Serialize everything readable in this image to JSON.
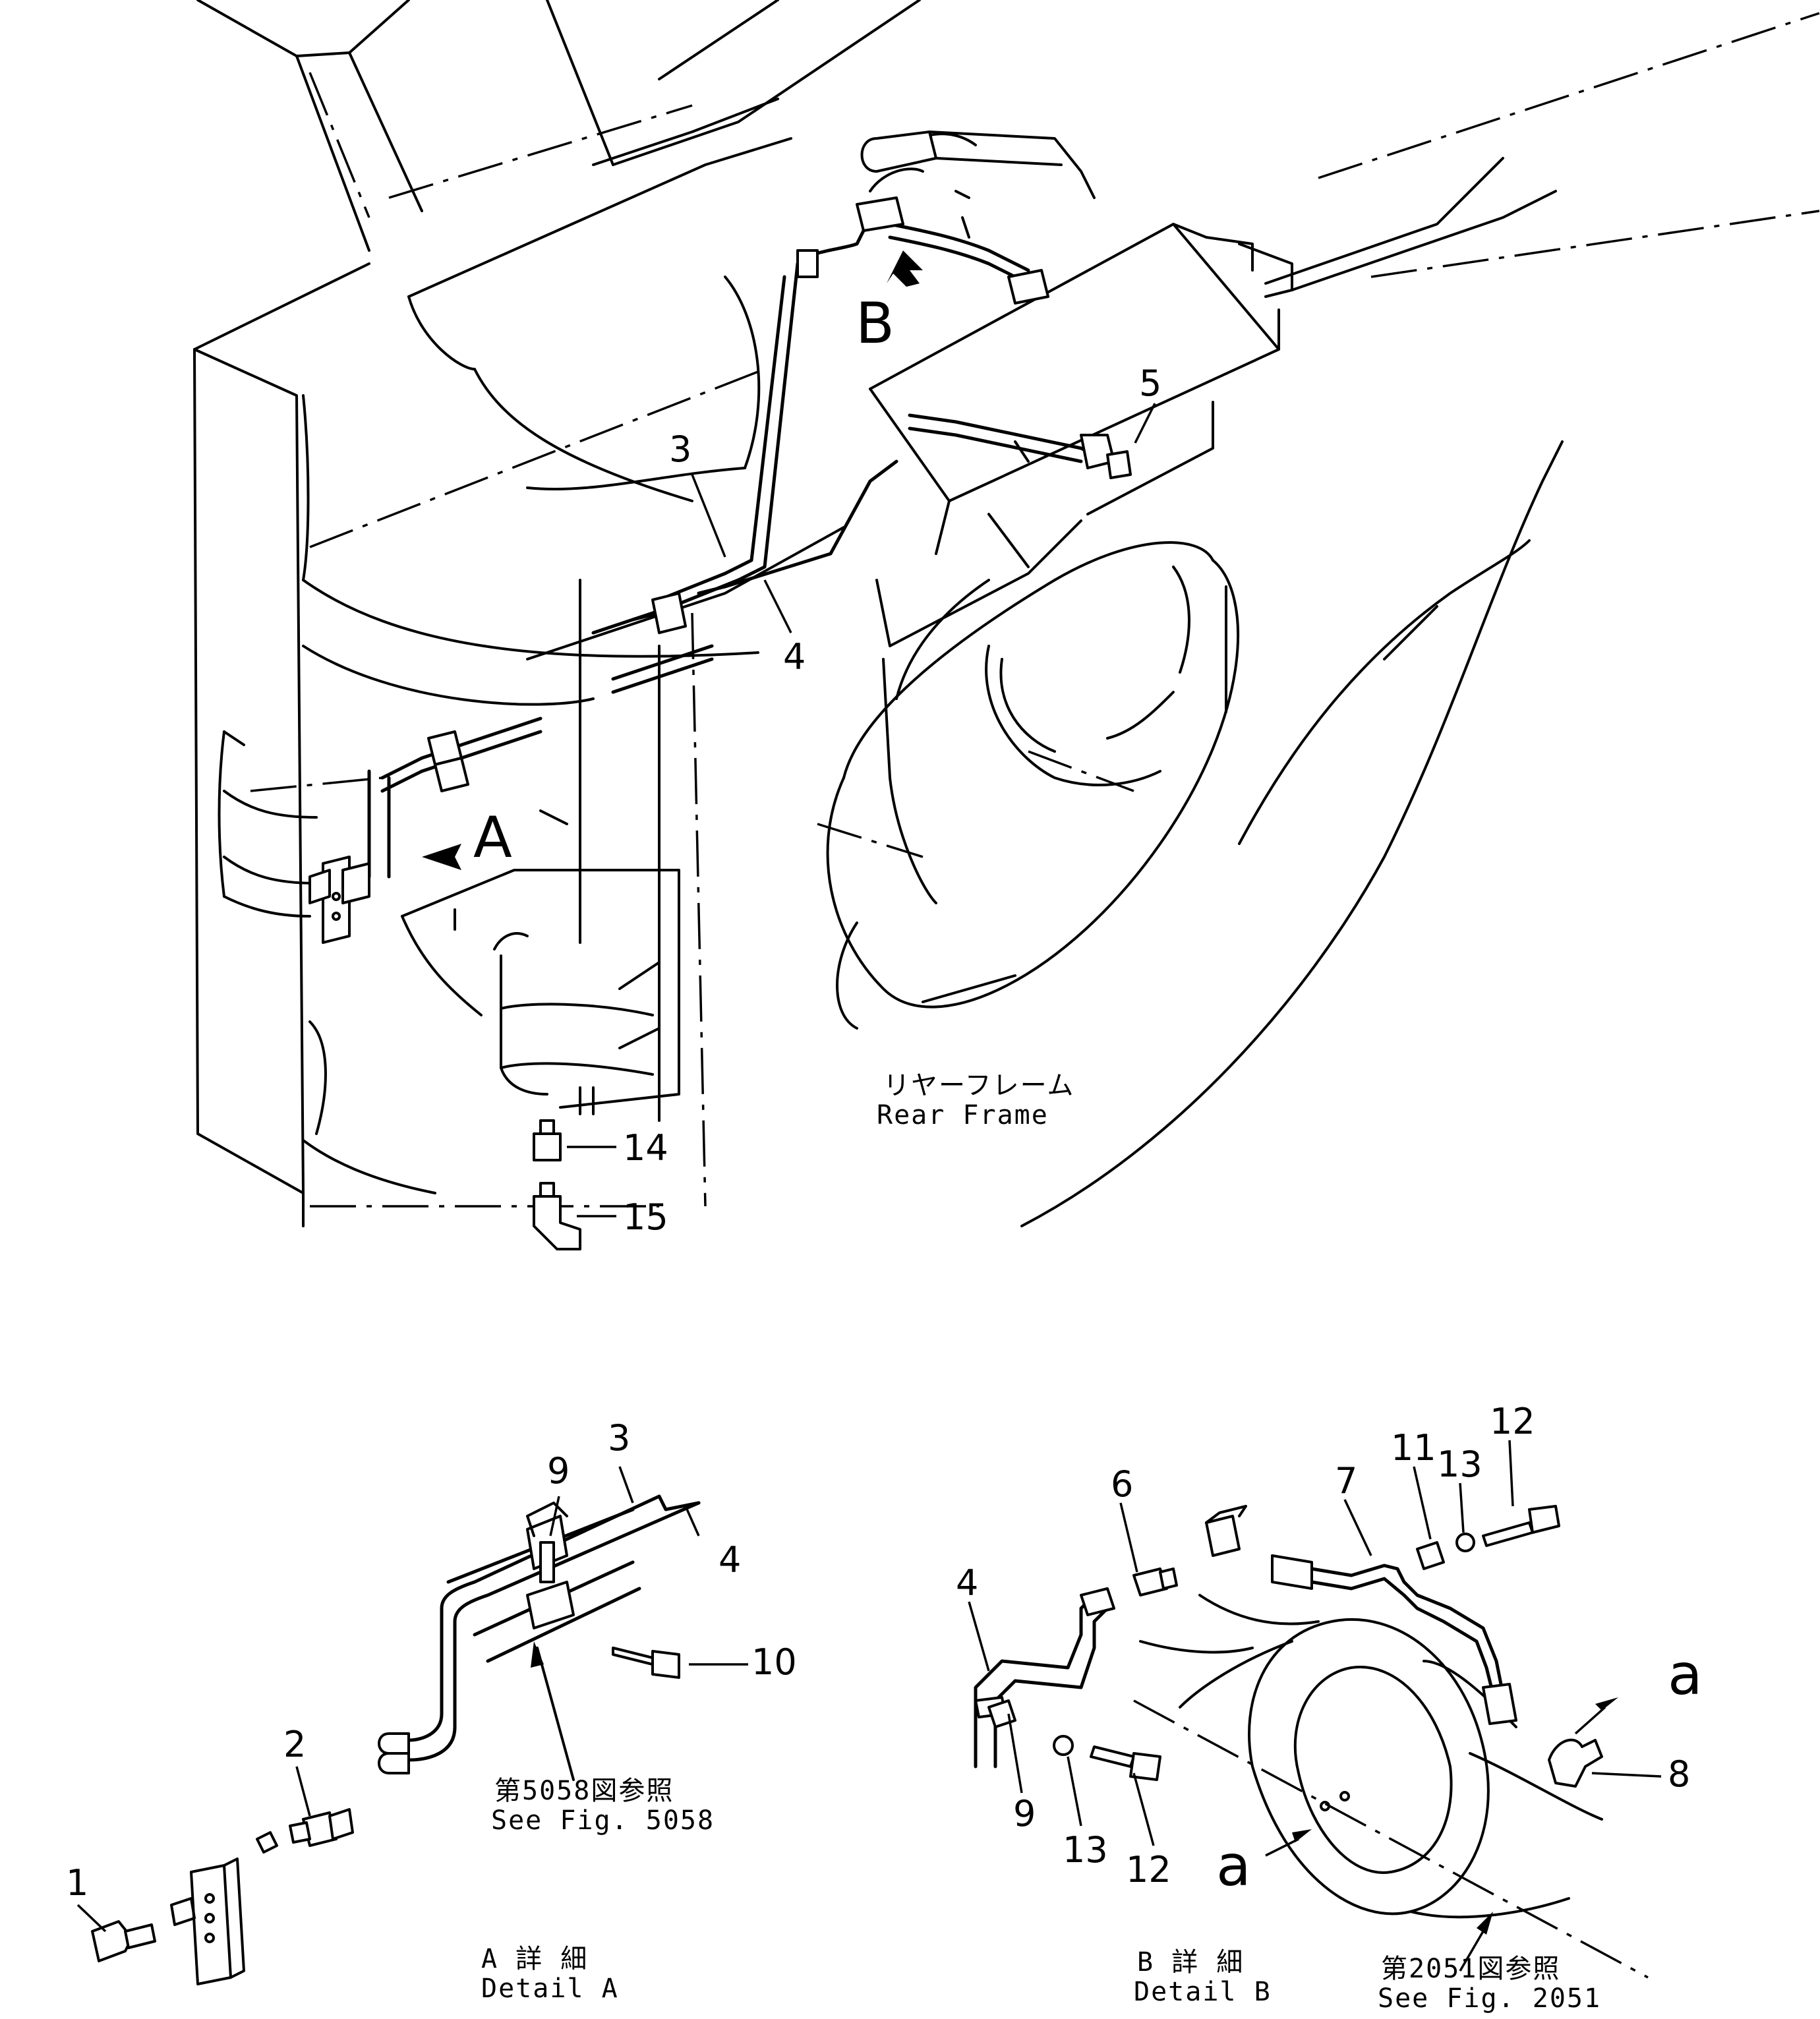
{
  "main_view": {
    "view_a_letter": "A",
    "view_b_letter": "B",
    "rear_frame_jp": "リヤーフレーム",
    "rear_frame_en": "Rear Frame",
    "callouts": {
      "p3": "3",
      "p4": "4",
      "p5": "5",
      "p14": "14",
      "p15": "15"
    }
  },
  "detail_a": {
    "title_jp": "A 詳 細",
    "title_en": "Detail A",
    "ref_jp": "第5058図参照",
    "ref_en": "See Fig. 5058",
    "callouts": {
      "p1": "1",
      "p2": "2",
      "p3": "3",
      "p4": "4",
      "p9": "9",
      "p10": "10"
    }
  },
  "detail_b": {
    "title_jp": "B 詳 細",
    "title_en": "Detail B",
    "ref_jp": "第2051図参照",
    "ref_en": "See Fig. 2051",
    "arrow_label_upper": "a",
    "arrow_label_lower": "a",
    "callouts": {
      "p4": "4",
      "p6": "6",
      "p7": "7",
      "p8": "8",
      "p9": "9",
      "p11": "11",
      "p12_top": "12",
      "p13_top": "13",
      "p12_bottom": "12",
      "p13_bottom": "13"
    }
  }
}
